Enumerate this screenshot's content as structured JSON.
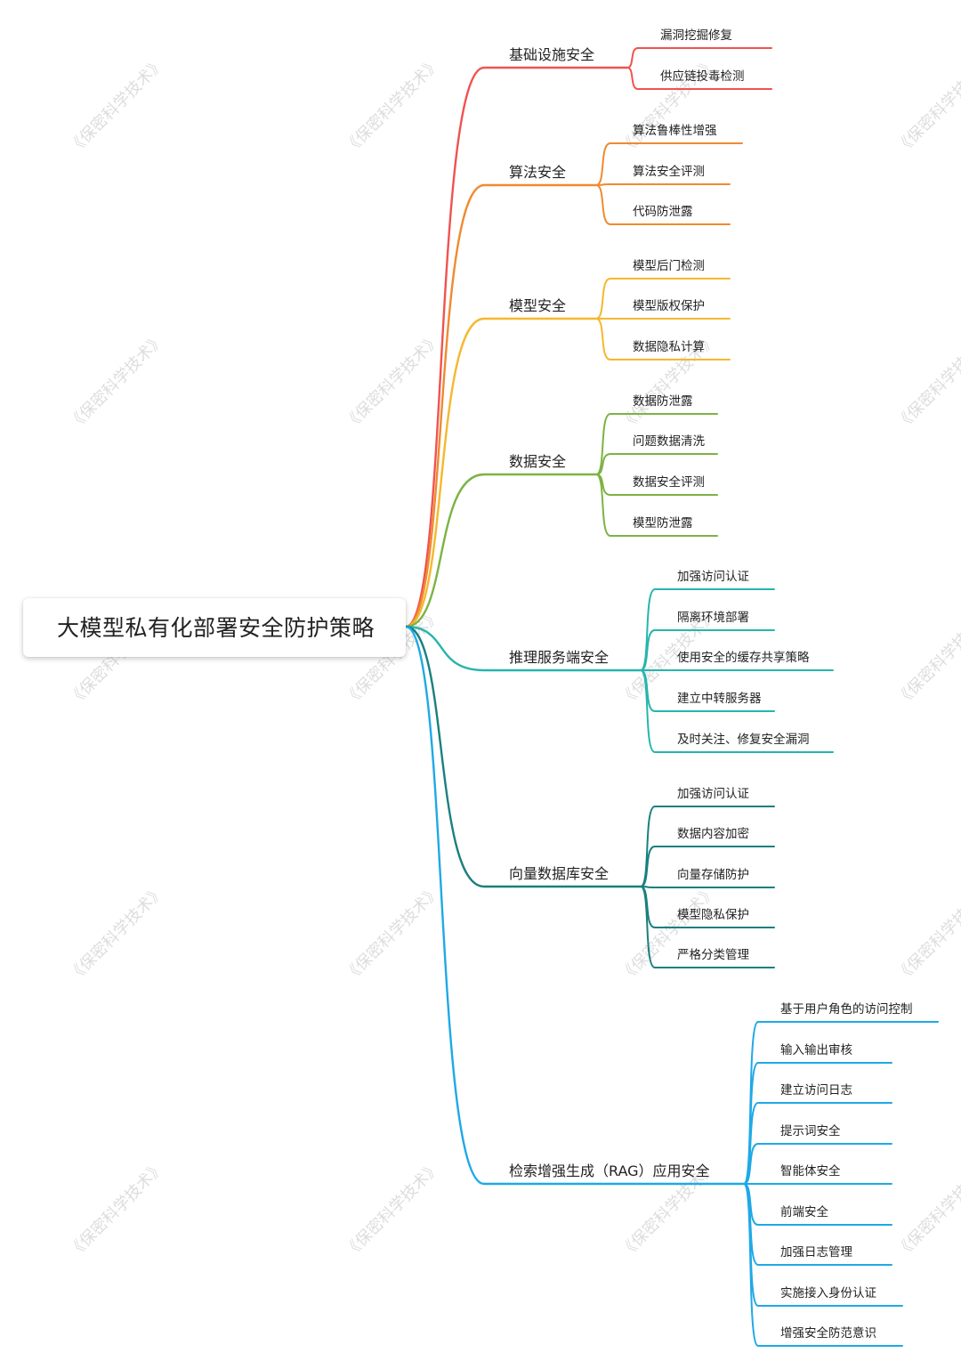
{
  "root": "大模型私有化部署安全防护策略",
  "watermark": "《保密科学技术》",
  "branches": [
    {
      "label": "基础设施安全",
      "color": "#ef5350",
      "children": [
        "漏洞挖掘修复",
        "供应链投毒检测"
      ]
    },
    {
      "label": "算法安全",
      "color": "#f08a30",
      "children": [
        "算法鲁棒性增强",
        "算法安全评测",
        "代码防泄露"
      ]
    },
    {
      "label": "模型安全",
      "color": "#f5b82e",
      "children": [
        "模型后门检测",
        "模型版权保护",
        "数据隐私计算"
      ]
    },
    {
      "label": "数据安全",
      "color": "#7cb342",
      "children": [
        "数据防泄露",
        "问题数据清洗",
        "数据安全评测",
        "模型防泄露"
      ]
    },
    {
      "label": "推理服务端安全",
      "color": "#26b5ad",
      "children": [
        "加强访问认证",
        "隔离环境部署",
        "使用安全的缓存共享策略",
        "建立中转服务器",
        "及时关注、修复安全漏洞"
      ]
    },
    {
      "label": "向量数据库安全",
      "color": "#1a7f7f",
      "children": [
        "加强访问认证",
        "数据内容加密",
        "向量存储防护",
        "模型隐私保护",
        "严格分类管理"
      ]
    },
    {
      "label": "检索增强生成（RAG）应用安全",
      "color": "#1fa9e6",
      "children": [
        "基于用户角色的访问控制",
        "输入输出审核",
        "建立访问日志",
        "提示词安全",
        "智能体安全",
        "前端安全",
        "加强日志管理",
        "实施接入身份认证",
        "增强安全防范意识"
      ]
    }
  ]
}
